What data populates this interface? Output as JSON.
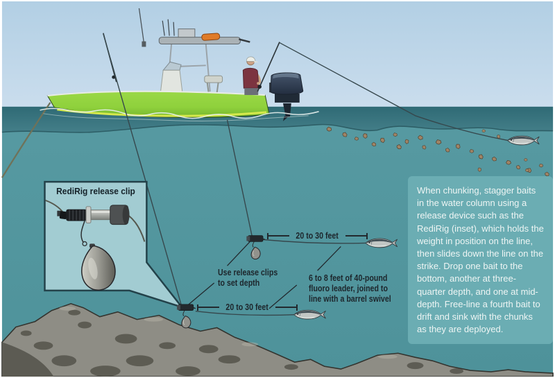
{
  "inset": {
    "title": "RediRig release clip"
  },
  "labels": {
    "dim_top": "20 to 30 feet",
    "dim_bottom": "20 to 30 feet",
    "release_clips": "Use release clips\nto set depth",
    "leader": "6 to 8 feet of 40-pound\nfluoro leader, joined to\nline with a barrel swivel"
  },
  "description_panel": {
    "text": "When chunking, stagger baits in the water column using a release device such as the RediRig (inset), which holds the weight in position on the line, then slides down the line on the strike. Drop one bait to the bottom, another at three-quarter depth, and one at mid-depth. Free-line a fourth bait to drift and sink with the chunks as they are deployed."
  },
  "colors": {
    "sky": "#b5d1e5",
    "water_band": "#35707b",
    "water": "#579aa2",
    "inset_bg": "#a2ccd2",
    "panel_bg": "#6badb3",
    "label_text": "#1d262c",
    "panel_text": "#eef5f4",
    "hull_green": "#8fd13c",
    "hull_stripe": "#d6e94c",
    "rock_gray": "#8e8d85",
    "chunk_brown": "#a08466",
    "line_dark": "#36474c",
    "anchor_olive": "#6f7259"
  }
}
